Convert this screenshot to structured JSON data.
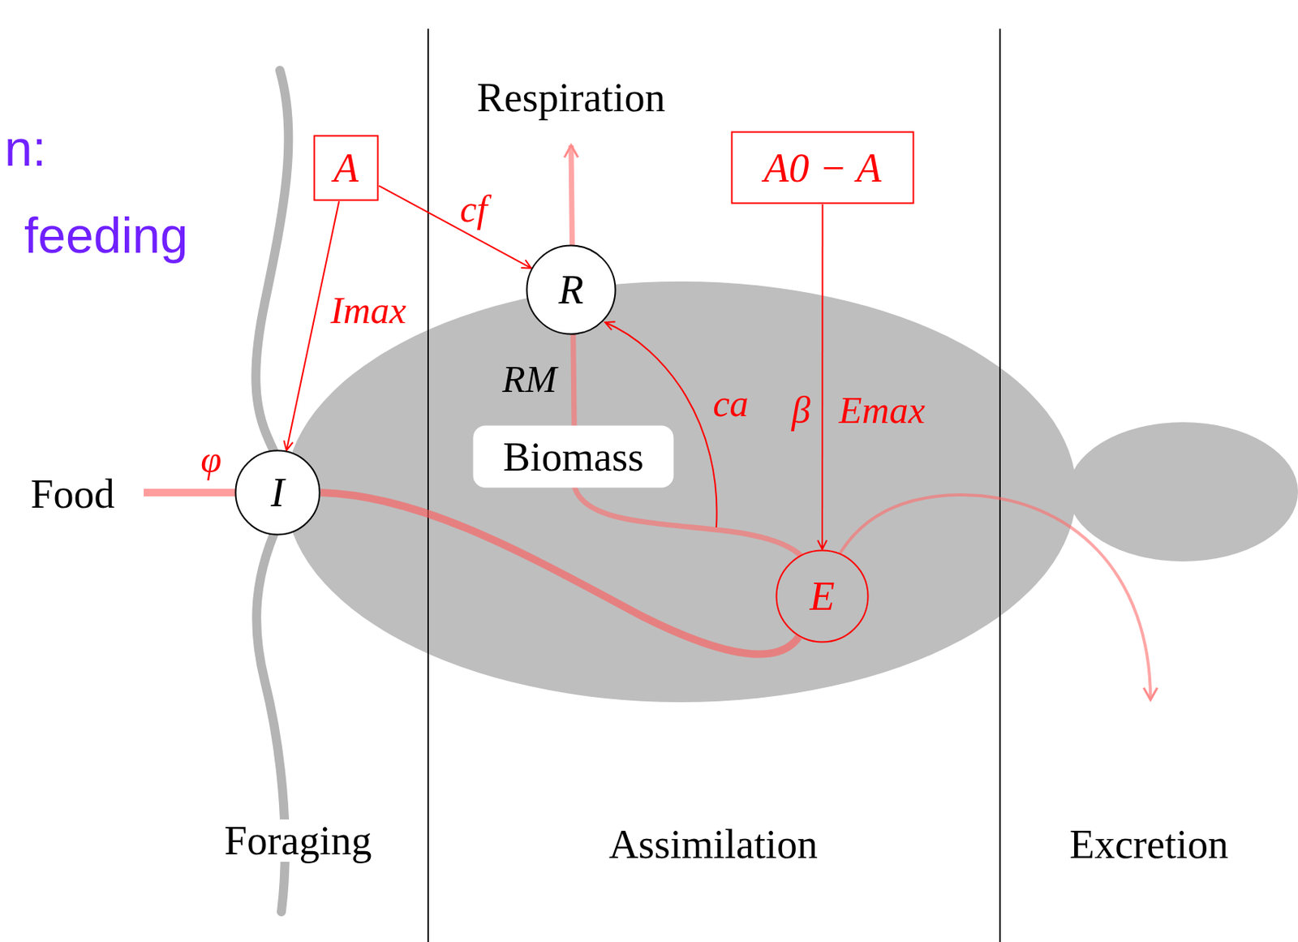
{
  "diagram": {
    "nodes": [
      {
        "text": [
          "A"
        ]
      },
      {
        "text": [
          "A0 − A"
        ]
      },
      {
        "text": [
          "I"
        ]
      },
      {
        "text": [
          "R"
        ]
      },
      {
        "text": [
          "Biomass"
        ]
      },
      {
        "text": [
          "E"
        ]
      }
    ],
    "edges": [
      {
        "from": 0,
        "to": 2,
        "arrow": "to",
        "label": "Imax"
      },
      {
        "from": 0,
        "to": 3,
        "arrow": "to",
        "label": "cf"
      },
      {
        "from": 1,
        "to": 5,
        "arrow": "to",
        "label": "Emax"
      },
      {
        "from": 2,
        "to": 5,
        "arrow": "none"
      }
    ],
    "labels": [
      "n:",
      "feeding",
      "Respiration",
      "Food",
      "φ",
      "RM",
      "ca",
      "β",
      "Foraging",
      "Assimilation",
      "Excretion"
    ]
  }
}
